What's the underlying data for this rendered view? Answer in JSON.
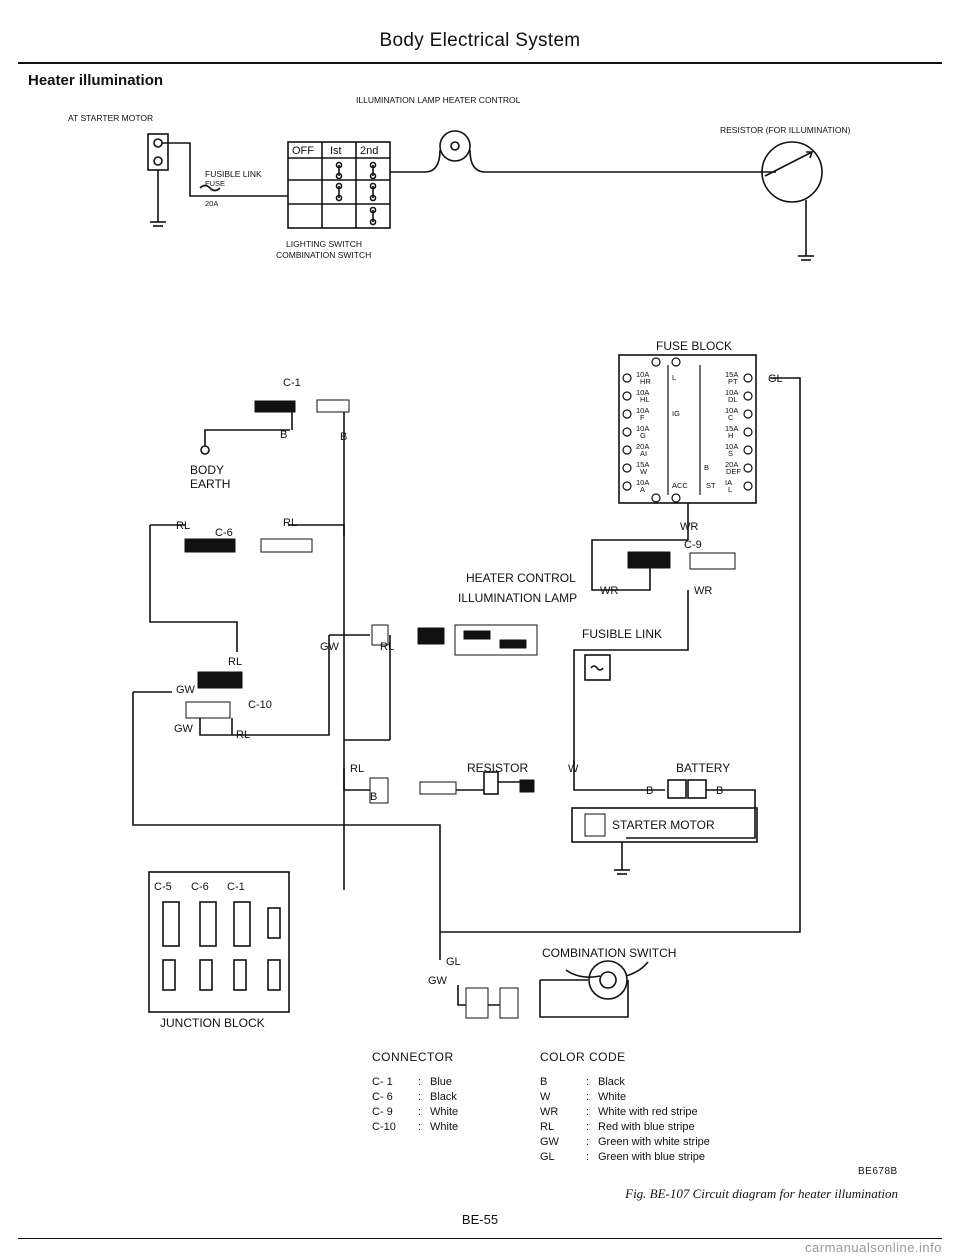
{
  "header": {
    "title": "Body Electrical System"
  },
  "section": {
    "title": "Heater illumination"
  },
  "top_circuit": {
    "starter_motor": "AT STARTER MOTOR",
    "fusible_link": "FUSIBLE LINK",
    "fuse": "FUSE",
    "fuse_rating": "20A",
    "switch_cols": [
      "OFF",
      "Ist",
      "2nd"
    ],
    "lighting_switch_line1": "LIGHTING SWITCH",
    "lighting_switch_line2": "COMBINATION SWITCH",
    "lamp": "ILLUMINATION LAMP HEATER CONTROL",
    "resistor": "RESISTOR (FOR ILLUMINATION)"
  },
  "wiring": {
    "c1": "C-1",
    "c6": "C-6",
    "c9": "C-9",
    "c10": "C-10",
    "body_earth_1": "BODY",
    "body_earth_2": "EARTH",
    "wire_b": "B",
    "wire_rl": "RL",
    "wire_gw": "GW",
    "wire_gl": "GL",
    "wire_wr": "WR",
    "wire_w": "W",
    "heater_lamp_1": "HEATER CONTROL",
    "heater_lamp_2": "ILLUMINATION LAMP",
    "fusible_link": "FUSIBLE LINK",
    "resistor": "RESISTOR",
    "battery": "BATTERY",
    "starter_motor": "STARTER MOTOR",
    "combination_switch": "COMBINATION SWITCH",
    "c5": "C-5",
    "junction_block": "JUNCTION BLOCK",
    "fuse_block": "FUSE BLOCK",
    "fuse_left": [
      [
        "10A",
        "HR"
      ],
      [
        "10A",
        "HL"
      ],
      [
        "10A",
        "F"
      ],
      [
        "10A",
        "G"
      ],
      [
        "20A",
        "AI"
      ],
      [
        "15A",
        "W"
      ],
      [
        "10A",
        "A"
      ]
    ],
    "fuse_right": [
      [
        "15A",
        "PT"
      ],
      [
        "10A",
        "DL"
      ],
      [
        "10A",
        "C"
      ],
      [
        "15A",
        "H"
      ],
      [
        "10A",
        "S"
      ],
      [
        "20A",
        "DEF"
      ],
      [
        "IA",
        "L"
      ]
    ],
    "fuse_tag_l": "L",
    "fuse_tag_ig": "IG",
    "fuse_tag_b": "B",
    "fuse_tag_acc": "ACC",
    "fuse_tag_st": "ST"
  },
  "connector_legend": {
    "title": "CONNECTOR",
    "items": [
      {
        "id": "C- 1",
        "color": "Blue"
      },
      {
        "id": "C- 6",
        "color": "Black"
      },
      {
        "id": "C- 9",
        "color": "White"
      },
      {
        "id": "C-10",
        "color": "White"
      }
    ]
  },
  "color_code": {
    "title": "COLOR CODE",
    "items": [
      {
        "code": "B",
        "meaning": "Black"
      },
      {
        "code": "W",
        "meaning": "White"
      },
      {
        "code": "WR",
        "meaning": "White with red stripe"
      },
      {
        "code": "RL",
        "meaning": "Red with blue stripe"
      },
      {
        "code": "GW",
        "meaning": "Green with white stripe"
      },
      {
        "code": "GL",
        "meaning": "Green with blue stripe"
      }
    ]
  },
  "figure": {
    "code": "BE678B",
    "caption": "Fig. BE-107 Circuit diagram for heater illumination"
  },
  "footer": {
    "page": "BE-55",
    "watermark": "carmanualsonline.info"
  }
}
